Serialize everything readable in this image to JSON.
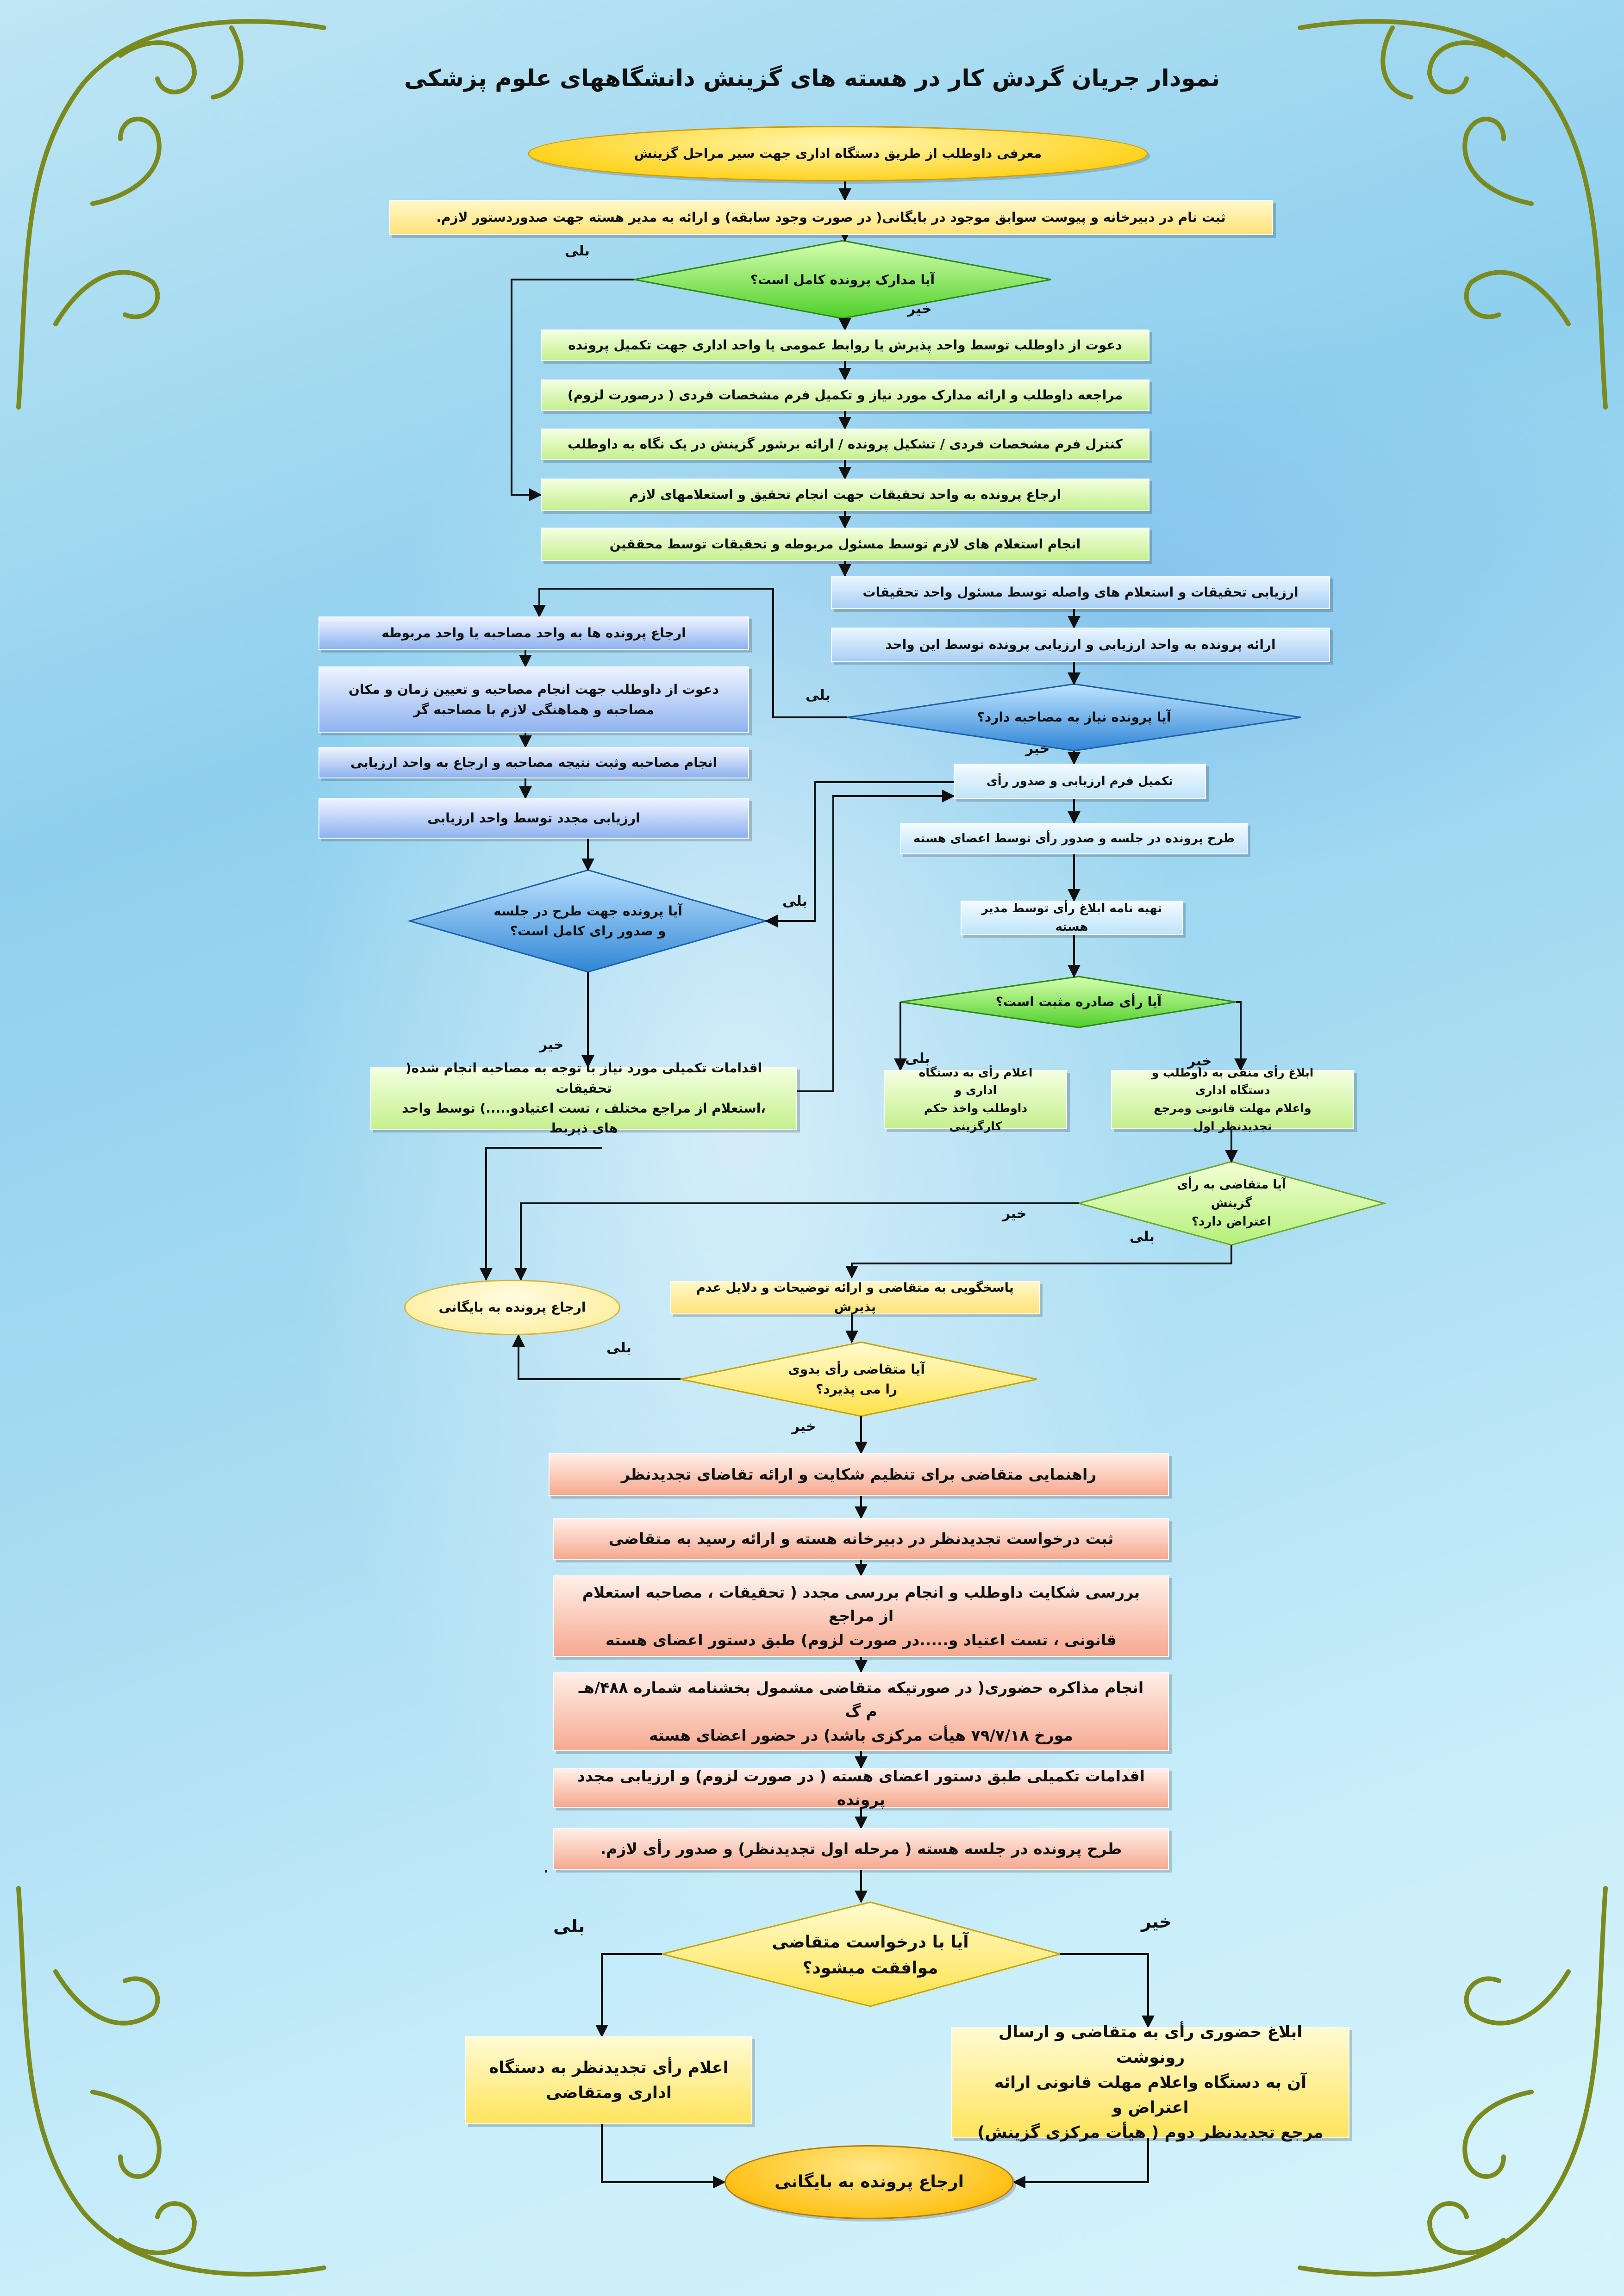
{
  "title": "نمودار جریان گردش کار در هسته های گزینش دانشگاههای علوم پزشکی",
  "nodes": {
    "n1": "معرفی داوطلب از طریق دستگاه اداری جهت سیر مراحل گزینش",
    "n2": "ثبت نام در دبیرخانه و پیوست سوابق موجود در بایگانی( در صورت وجود سابقه) و ارائه به مدیر هسته جهت صدوردستور لازم.",
    "d1": "آیا مدارک پرونده کامل است؟",
    "n3": "دعوت از داوطلب توسط واحد پذیرش یا روابط عمومی یا واحد اداری جهت تکمیل پرونده",
    "n4": "مراجعه داوطلب و ارائه مدارک مورد نیاز و تکمیل فرم مشخصات فردی ( درصورت لزوم)",
    "n5": "کنترل فرم مشخصات فردی / تشکیل پرونده / ارائه برشور گزینش در یک نگاه به داوطلب",
    "n6": "ارجاع پرونده به واحد تحقیقات جهت انجام تحقیق و استعلامهای لازم",
    "n7": "انجام استعلام های لازم توسط مسئول مربوطه و تحقیقات توسط محققین",
    "n8": "ارزیابی تحقیقات و استعلام های واصله توسط مسئول واحد تحقیقات",
    "n9": "ارائه پرونده به واحد ارزیابی و ارزیابی پرونده توسط این واحد",
    "d2": "آیا پرونده نیاز به مصاحبه دارد؟",
    "l1": "ارجاع پرونده ها به واحد  مصاحبه یا واحد مربوطه",
    "l2a": "دعوت از داوطلب جهت انجام مصاحبه و تعیین زمان و مکان",
    "l2b": "مصاحبه و هماهنگی لازم با مصاحبه گر",
    "l3": "انجام مصاحبه وثبت نتیجه مصاحبه و ارجاع به واحد ارزیابی",
    "l4": "ارزیابی مجدد توسط واحد ارزیابی",
    "d3a": "آیا پرونده جهت طرح در جلسه",
    "d3b": "و صدور رای کامل است؟",
    "l5a": "اقدامات تکمیلی مورد نیاز با توجه به مصاحبه انجام شده( تحقیقات",
    "l5b": "،استعلام  از مراجع مختلف ، تست اعتیادو.....) توسط واحد های ذیربط",
    "n10": "تکمیل فرم ارزیابی و صدور رأی",
    "n11": "طرح پرونده در جلسه و صدور رأی توسط اعضای هسته",
    "n12": "تهیه نامه ابلاغ رأی توسط مدیر هسته",
    "d4": "آیا رأی صادره مثبت است؟",
    "n13a": "اعلام رأی به دستگاه اداری و",
    "n13b": "داوطلب واخذ حکم کارگزینی",
    "n14a": "ابلاغ رأی منفی به داوطلب و دستگاه اداری",
    "n14b": "واعلام مهلت قانونی ومرجع تجدیدنظر اول",
    "d5a": "آیا متقاضی به رأی گزینش",
    "d5b": "اعتراض دارد؟",
    "o2": "ارجاع پرونده به بایگانی",
    "n15": "پاسخگویی به متقاضی و ارائه توضیحات و دلایل عدم پذیرش",
    "d6a": "آیا متقاضی رأی بدوی",
    "d6b": "را می پذیرد؟",
    "r1": "راهنمایی متقاضی برای تنظیم شکایت و ارائه تقاضای تجدیدنظر",
    "r2": "ثبت درخواست تجدیدنظر در دبیرخانه هسته و ارائه  رسید به متقاضی",
    "r3a": "بررسی شکایت داوطلب و انجام بررسی مجدد ( تحقیقات ، مصاحبه استعلام از مراجع",
    "r3b": "قانونی ، تست اعتیاد و.....در صورت لزوم) طبق دستور اعضای هسته",
    "r4a": "انجام مذاکره حضوری( در صورتیکه متقاضی مشمول بخشنامه شماره ۴۸۸/هـ م گ",
    "r4b": "مورخ ۷۹/۷/۱۸ هیأت مرکزی باشد) در حضور اعضای هسته",
    "r5": "اقدامات تکمیلی طبق دستور اعضای هسته ( در صورت لزوم) و ارزیابی مجدد پرونده",
    "r6": "طرح پرونده در جلسه هسته ( مرحله اول تجدیدنظر) و صدور رأی لازم.",
    "d7a": "آیا با درخواست متقاضی",
    "d7b": "موافقت میشود؟",
    "f1a": "اعلام رأی تجدیدنظر به دستگاه",
    "f1b": "اداری ومتقاضی",
    "f2a": "ابلاغ حضوری رأی به متقاضی و ارسال رونوشت",
    "f2b": "آن به دستگاه واعلام مهلت قانونی ارائه اعتراض و",
    "f2c": "مرجع تجدیدنظر دوم  ( هیأت مرکزی گزینش)",
    "o3": "ارجاع پرونده به بایگانی"
  },
  "labels": {
    "yes": "بلی",
    "no": "خیر"
  },
  "colors": {
    "line": "#111111",
    "ornament": "#7a8a1e"
  }
}
